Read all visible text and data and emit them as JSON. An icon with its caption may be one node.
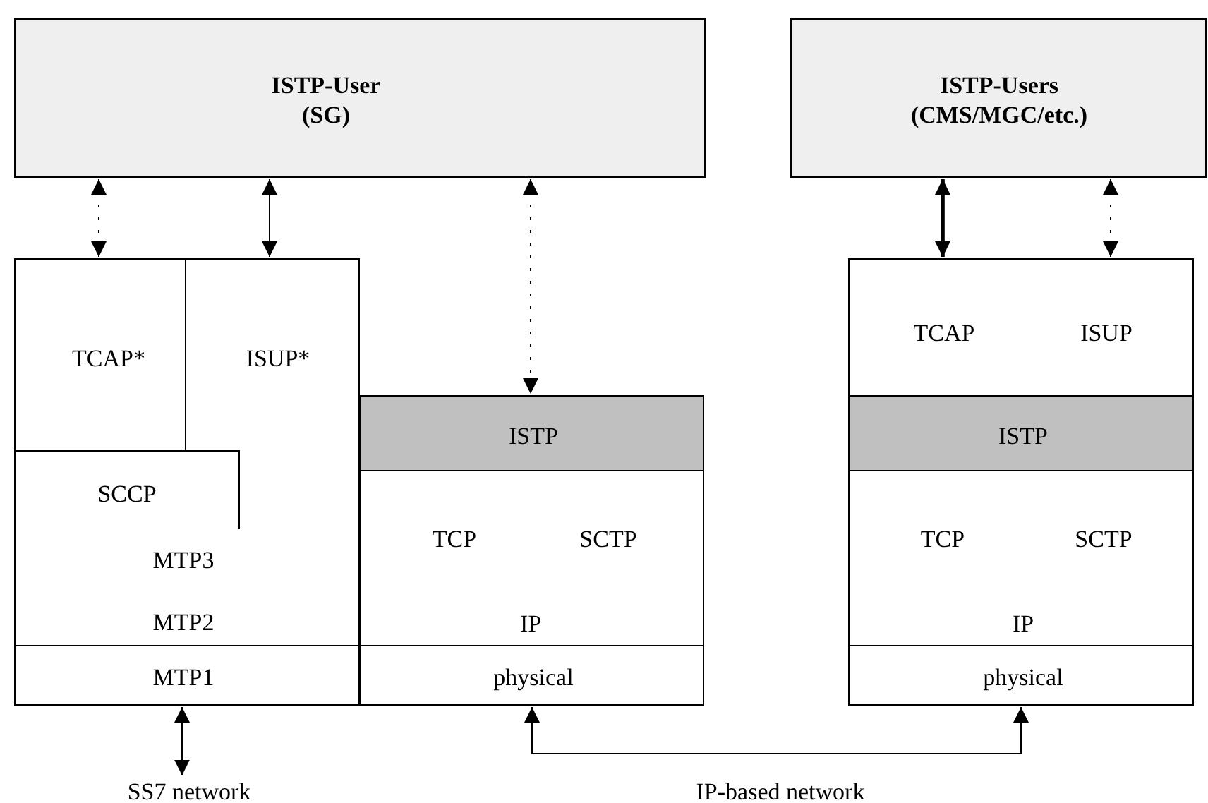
{
  "diagram": {
    "nodes": [
      {
        "text": [
          "ISTP-User (SG)"
        ]
      },
      {
        "text": [
          "ISTP-Users (CMS/MGC/etc.)"
        ]
      },
      {
        "text": [
          "TCAP*"
        ]
      },
      {
        "text": [
          "ISUP*"
        ]
      },
      {
        "text": [
          "MTP3",
          "MTP2"
        ]
      },
      {
        "text": [
          "SCCP"
        ],
        "in": 4
      },
      {
        "text": [
          "MTP1"
        ]
      },
      {
        "text": [
          "ISTP"
        ]
      },
      {
        "text": [
          "TCP",
          "SCTP",
          "IP"
        ]
      },
      {
        "text": [
          "physical"
        ]
      },
      {
        "text": [
          "TCAP",
          "ISUP"
        ]
      },
      {
        "text": [
          "ISTP"
        ]
      },
      {
        "text": [
          "TCP",
          "SCTP",
          "IP"
        ]
      },
      {
        "text": [
          "physical"
        ]
      },
      {
        "text": [
          "SS7 network"
        ]
      }
    ],
    "edges": [
      {
        "from": 0,
        "to": 2,
        "arrow": "both",
        "style": "dashed"
      },
      {
        "from": 0,
        "to": 3,
        "arrow": "both"
      },
      {
        "from": 0,
        "to": 7,
        "arrow": "both",
        "style": "dashed"
      },
      {
        "from": 1,
        "to": 10,
        "arrow": "both",
        "style": "thick"
      },
      {
        "from": 1,
        "to": 10,
        "arrow": "both",
        "style": "dashed"
      },
      {
        "from": 6,
        "to": 14,
        "arrow": "both"
      },
      {
        "from": 9,
        "to": 13,
        "arrow": "both",
        "label": "IP-based network"
      }
    ]
  }
}
